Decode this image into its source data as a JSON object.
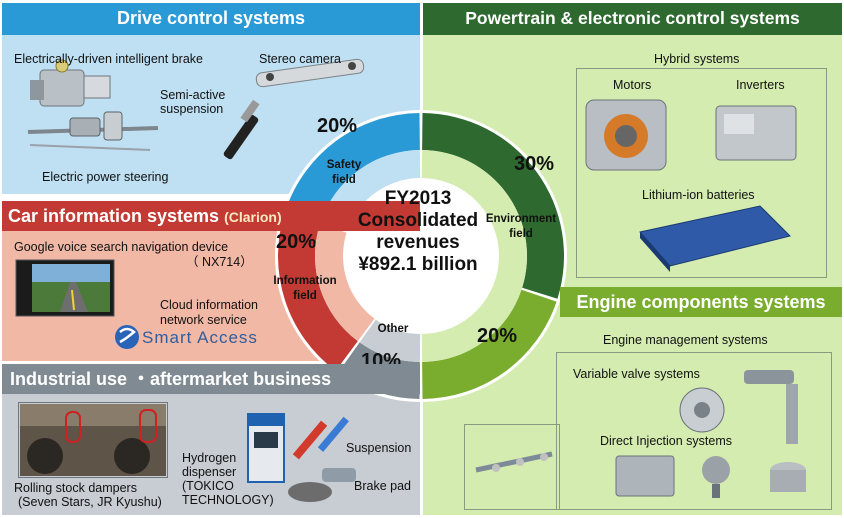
{
  "quadrants": {
    "drive": {
      "title": "Drive control systems",
      "products": {
        "brake": "Electrically-driven intelligent brake",
        "camera": "Stereo camera",
        "suspension_l1": "Semi-active",
        "suspension_l2": "suspension",
        "steering": "Electric power steering"
      }
    },
    "power": {
      "title": "Powertrain & electronic control systems",
      "hybrid": "Hybrid systems",
      "motors": "Motors",
      "inverters": "Inverters",
      "batteries": "Lithium-ion batteries"
    },
    "car": {
      "title": "Car information systems",
      "title_sub": "(Clarion)",
      "nav_l1": "Google voice search navigation device",
      "nav_l2": "（ NX714）",
      "cloud_l1": "Cloud information",
      "cloud_l2": "network service",
      "logo_text": "Smart Access"
    },
    "industrial": {
      "title": "Industrial use ・aftermarket business",
      "dampers_l1": "Rolling stock dampers",
      "dampers_l2": "(Seven Stars, JR Kyushu)",
      "hydrogen_l1": "Hydrogen",
      "hydrogen_l2": "dispenser",
      "hydrogen_l3": "(TOKICO",
      "hydrogen_l4": "TECHNOLOGY)",
      "suspension": "Suspension",
      "brake_pad": "Brake pad"
    },
    "engine": {
      "title": "Engine components systems",
      "mgmt": "Engine management systems",
      "valve": "Variable valve systems",
      "injection": "Direct Injection systems"
    }
  },
  "center": {
    "line1": "FY2013",
    "line2": "Consolidated",
    "line3": "revenues",
    "line4": "¥892.1 billion"
  },
  "chart_data": {
    "type": "pie",
    "categories": [
      "Environment field",
      "Information field",
      "Safety field",
      "Other"
    ],
    "outer_segments": [
      {
        "label": "Powertrain & electronic control systems",
        "value": 30,
        "display": "30%",
        "color": "#2e6a2f"
      },
      {
        "label": "Engine components systems",
        "value": 20,
        "display": "20%",
        "color": "#7aad2e"
      },
      {
        "label": "Industrial use ・aftermarket business",
        "value": 10,
        "display": "10%",
        "color": "#7f8a92"
      },
      {
        "label": "Car information systems",
        "value": 20,
        "display": "20%",
        "color": "#c23a33"
      },
      {
        "label": "Drive control systems",
        "value": 20,
        "display": "20%",
        "color": "#2a9ad7"
      }
    ],
    "inner_fields": [
      {
        "label_l1": "Environment",
        "label_l2": "field",
        "color": "#d4ecb0"
      },
      {
        "label_l1": "Other",
        "label_l2": "",
        "color": "#c7cdd2"
      },
      {
        "label_l1": "Information",
        "label_l2": "field",
        "color": "#f1b8a6"
      },
      {
        "label_l1": "Safety",
        "label_l2": "field",
        "color": "#bfe0f2"
      }
    ]
  }
}
